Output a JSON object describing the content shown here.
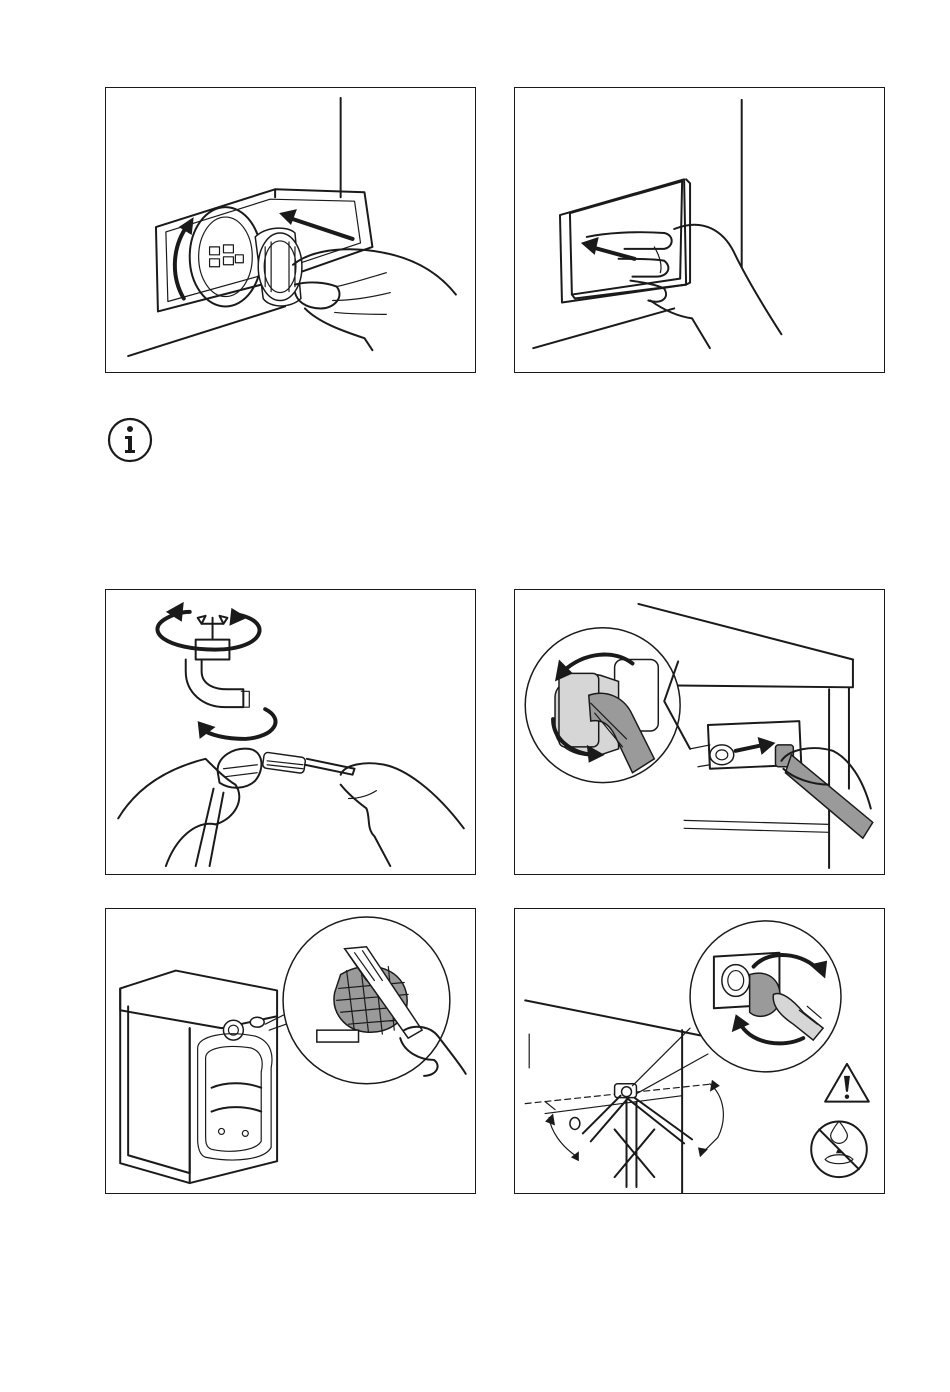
{
  "page": {
    "info_icon": "info-icon",
    "illustrations": [
      {
        "id": "filter-insert",
        "icon": "drain-filter-insert-illustration"
      },
      {
        "id": "filter-cover-close",
        "icon": "filter-cover-close-illustration"
      },
      {
        "id": "tap-hose-clean",
        "icon": "tap-and-hose-brush-illustration"
      },
      {
        "id": "inlet-hose-remove",
        "icon": "inlet-hose-remove-illustration"
      },
      {
        "id": "inlet-filter-clean",
        "icon": "inlet-valve-filter-brush-illustration"
      },
      {
        "id": "inlet-hose-reattach",
        "icon": "inlet-hose-reattach-warning-illustration"
      }
    ]
  }
}
